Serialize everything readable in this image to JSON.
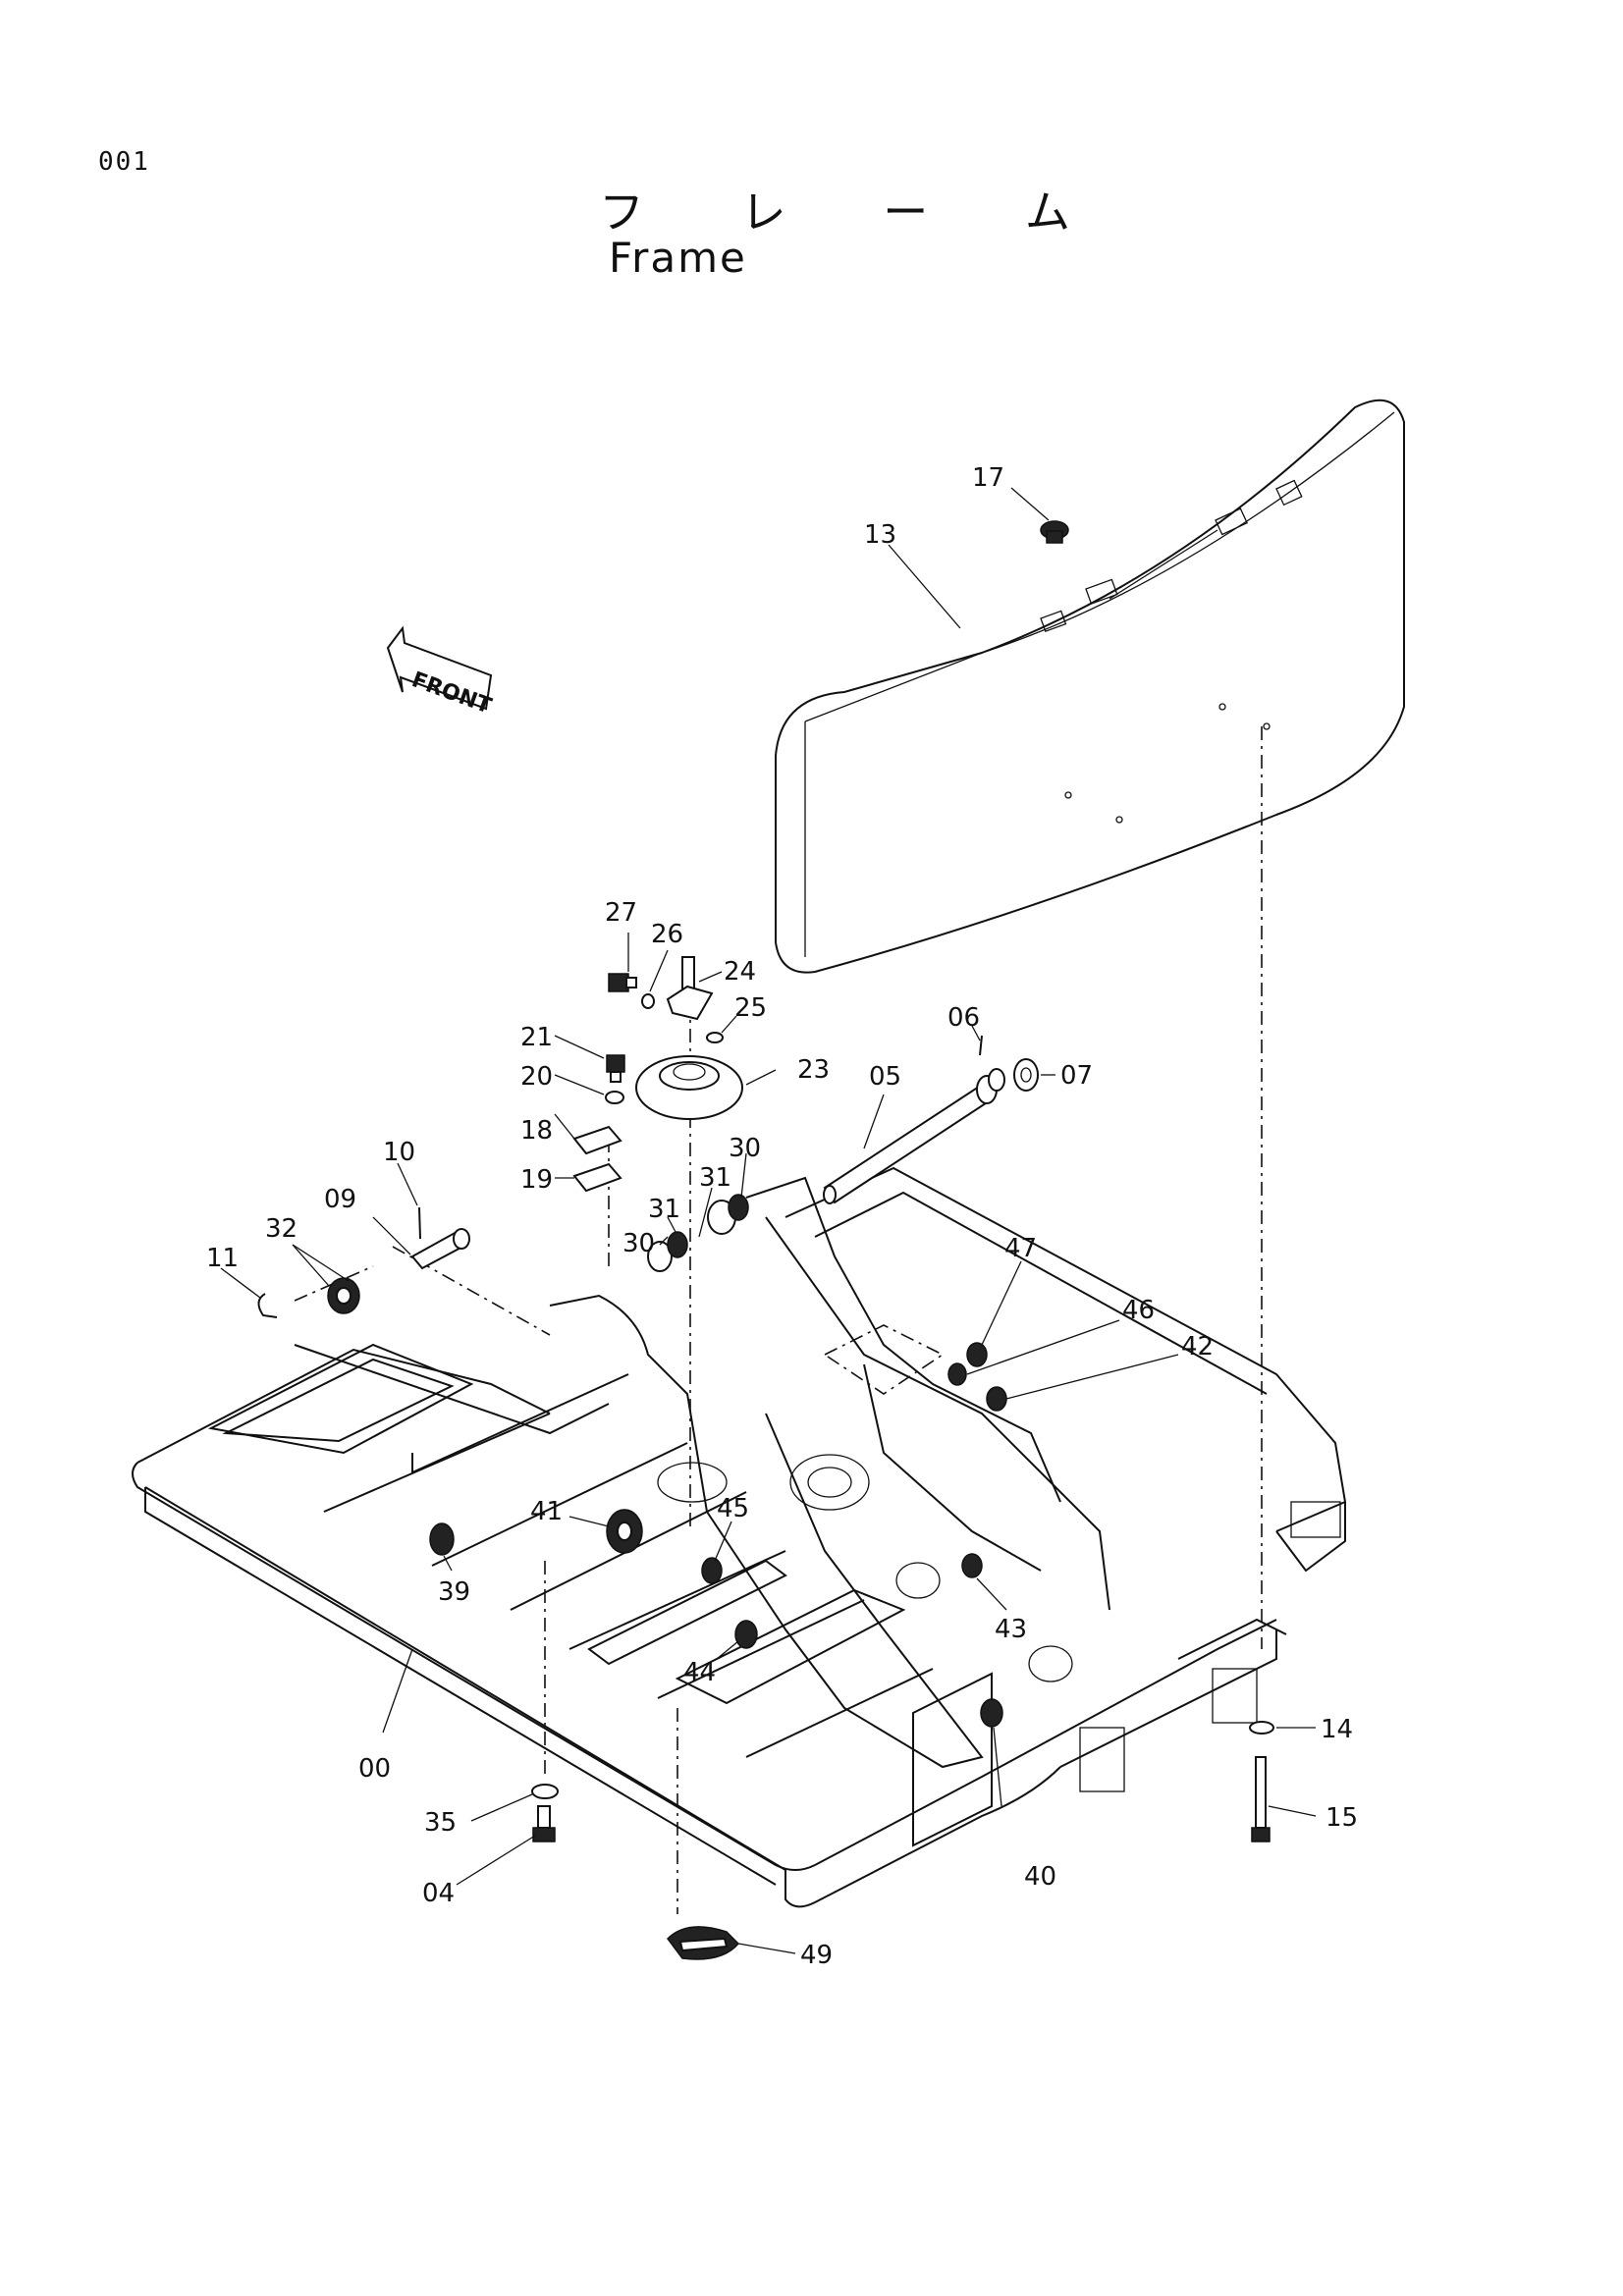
{
  "page_number": "001",
  "title_jp": "フ レ ー ム",
  "title_en": "Frame",
  "front_label": "FRONT",
  "callouts": {
    "c00": "00",
    "c04": "04",
    "c05": "05",
    "c06": "06",
    "c07": "07",
    "c09": "09",
    "c10": "10",
    "c11": "11",
    "c13": "13",
    "c14": "14",
    "c15": "15",
    "c17": "17",
    "c18": "18",
    "c19": "19",
    "c20": "20",
    "c21": "21",
    "c23": "23",
    "c24": "24",
    "c25": "25",
    "c26": "26",
    "c27": "27",
    "c30a": "30",
    "c30b": "30",
    "c31a": "31",
    "c31b": "31",
    "c32": "32",
    "c35": "35",
    "c39": "39",
    "c40": "40",
    "c41": "41",
    "c42": "42",
    "c43": "43",
    "c44": "44",
    "c45": "45",
    "c46": "46",
    "c47": "47",
    "c49": "49"
  }
}
